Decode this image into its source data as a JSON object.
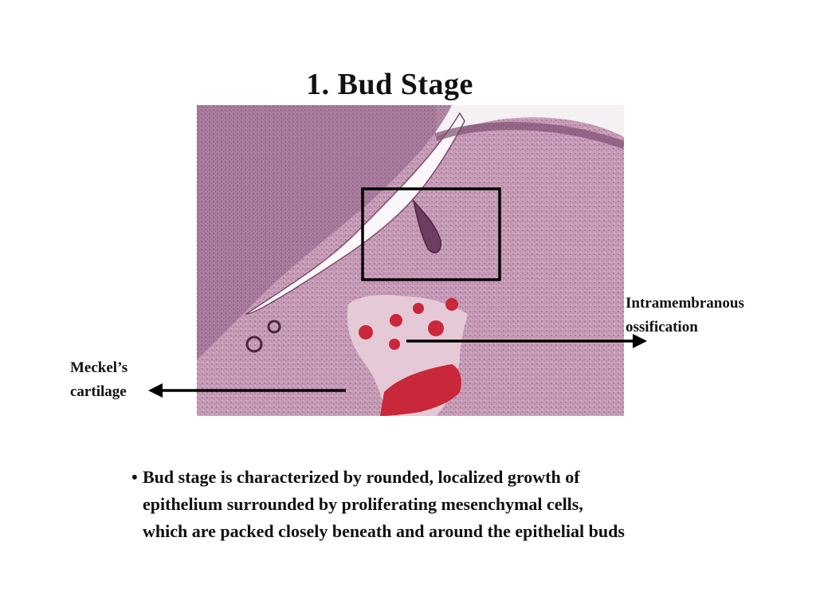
{
  "slide": {
    "title": "1.  Bud Stage",
    "labels": {
      "meckel_line1": "Meckel’s",
      "meckel_line2": "cartilage",
      "intra_line1": "Intramembranous",
      "intra_line2": "ossification"
    },
    "bullet": {
      "marker": "•",
      "line1": "Bud stage is characterized by rounded, localized growth of",
      "line2": "epithelium surrounded by proliferating mesenchymal cells,",
      "line3": "which are packed closely beneath and around the epithelial buds"
    }
  },
  "colors": {
    "tissue": "#b98aa8",
    "tissue_dark": "#8e5d7e",
    "bone": "#c8283a",
    "background": "#ffffff"
  }
}
